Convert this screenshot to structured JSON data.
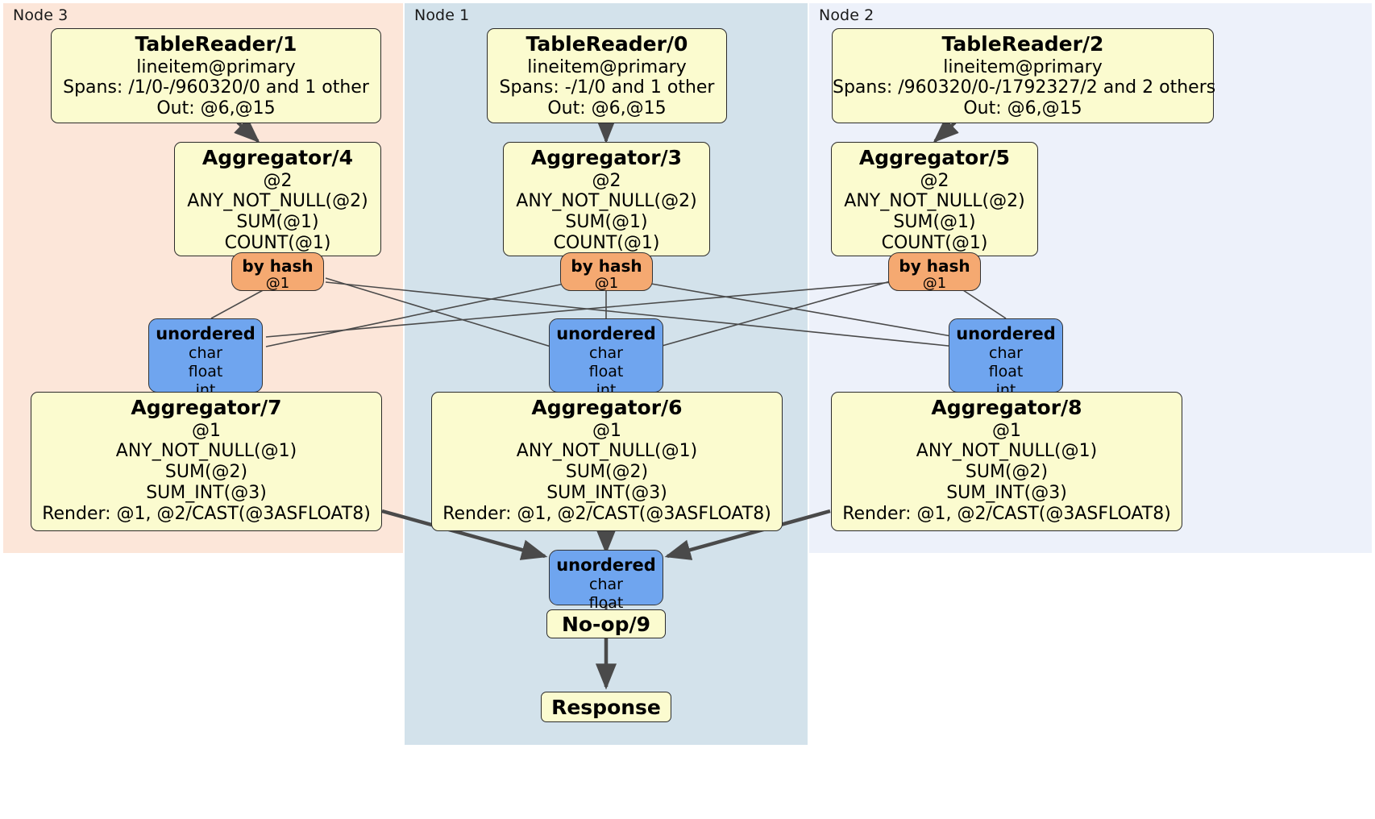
{
  "diagram": {
    "type": "distributed-query-plan",
    "colors": {
      "node3_bg": "#fce6d9",
      "node1_bg": "#d3e2eb",
      "node2_bg": "#edf1fa",
      "processor_fill": "#fbfbcf",
      "router_fill": "#f5a971",
      "receiver_fill": "#6fa5ef",
      "edge": "#4a4a4a",
      "border": "#2b2b2b"
    }
  },
  "nodes": [
    {
      "id": "node3",
      "label": "Node 3"
    },
    {
      "id": "node1",
      "label": "Node 1"
    },
    {
      "id": "node2",
      "label": "Node 2"
    }
  ],
  "processors": {
    "tablereader1": {
      "title": "TableReader/1",
      "lines": [
        "lineitem@primary",
        "Spans: /1/0-/960320/0 and 1 other",
        "Out: @6,@15"
      ]
    },
    "tablereader0": {
      "title": "TableReader/0",
      "lines": [
        "lineitem@primary",
        "Spans: -/1/0 and 1 other",
        "Out: @6,@15"
      ]
    },
    "tablereader2": {
      "title": "TableReader/2",
      "lines": [
        "lineitem@primary",
        "Spans: /960320/0-/1792327/2 and 2 others",
        "Out: @6,@15"
      ]
    },
    "aggregator4": {
      "title": "Aggregator/4",
      "lines": [
        "@2",
        "ANY_NOT_NULL(@2)",
        "SUM(@1)",
        "COUNT(@1)"
      ]
    },
    "aggregator3": {
      "title": "Aggregator/3",
      "lines": [
        "@2",
        "ANY_NOT_NULL(@2)",
        "SUM(@1)",
        "COUNT(@1)"
      ]
    },
    "aggregator5": {
      "title": "Aggregator/5",
      "lines": [
        "@2",
        "ANY_NOT_NULL(@2)",
        "SUM(@1)",
        "COUNT(@1)"
      ]
    },
    "aggregator7": {
      "title": "Aggregator/7",
      "lines": [
        "@1",
        "ANY_NOT_NULL(@1)",
        "SUM(@2)",
        "SUM_INT(@3)",
        "Render: @1, @2/CAST(@3ASFLOAT8)"
      ]
    },
    "aggregator6": {
      "title": "Aggregator/6",
      "lines": [
        "@1",
        "ANY_NOT_NULL(@1)",
        "SUM(@2)",
        "SUM_INT(@3)",
        "Render: @1, @2/CAST(@3ASFLOAT8)"
      ]
    },
    "aggregator8": {
      "title": "Aggregator/8",
      "lines": [
        "@1",
        "ANY_NOT_NULL(@1)",
        "SUM(@2)",
        "SUM_INT(@3)",
        "Render: @1, @2/CAST(@3ASFLOAT8)"
      ]
    },
    "noop9": {
      "title": "No-op/9"
    },
    "response": {
      "title": "Response"
    }
  },
  "routers": {
    "byhash_left": {
      "title": "by hash",
      "detail": "@1"
    },
    "byhash_center": {
      "title": "by hash",
      "detail": "@1"
    },
    "byhash_right": {
      "title": "by hash",
      "detail": "@1"
    }
  },
  "receivers": {
    "unordered_left": {
      "title": "unordered",
      "types": [
        "char",
        "float",
        "int"
      ]
    },
    "unordered_center": {
      "title": "unordered",
      "types": [
        "char",
        "float",
        "int"
      ]
    },
    "unordered_right": {
      "title": "unordered",
      "types": [
        "char",
        "float",
        "int"
      ]
    },
    "unordered_final": {
      "title": "unordered",
      "types": [
        "char",
        "float"
      ]
    }
  }
}
